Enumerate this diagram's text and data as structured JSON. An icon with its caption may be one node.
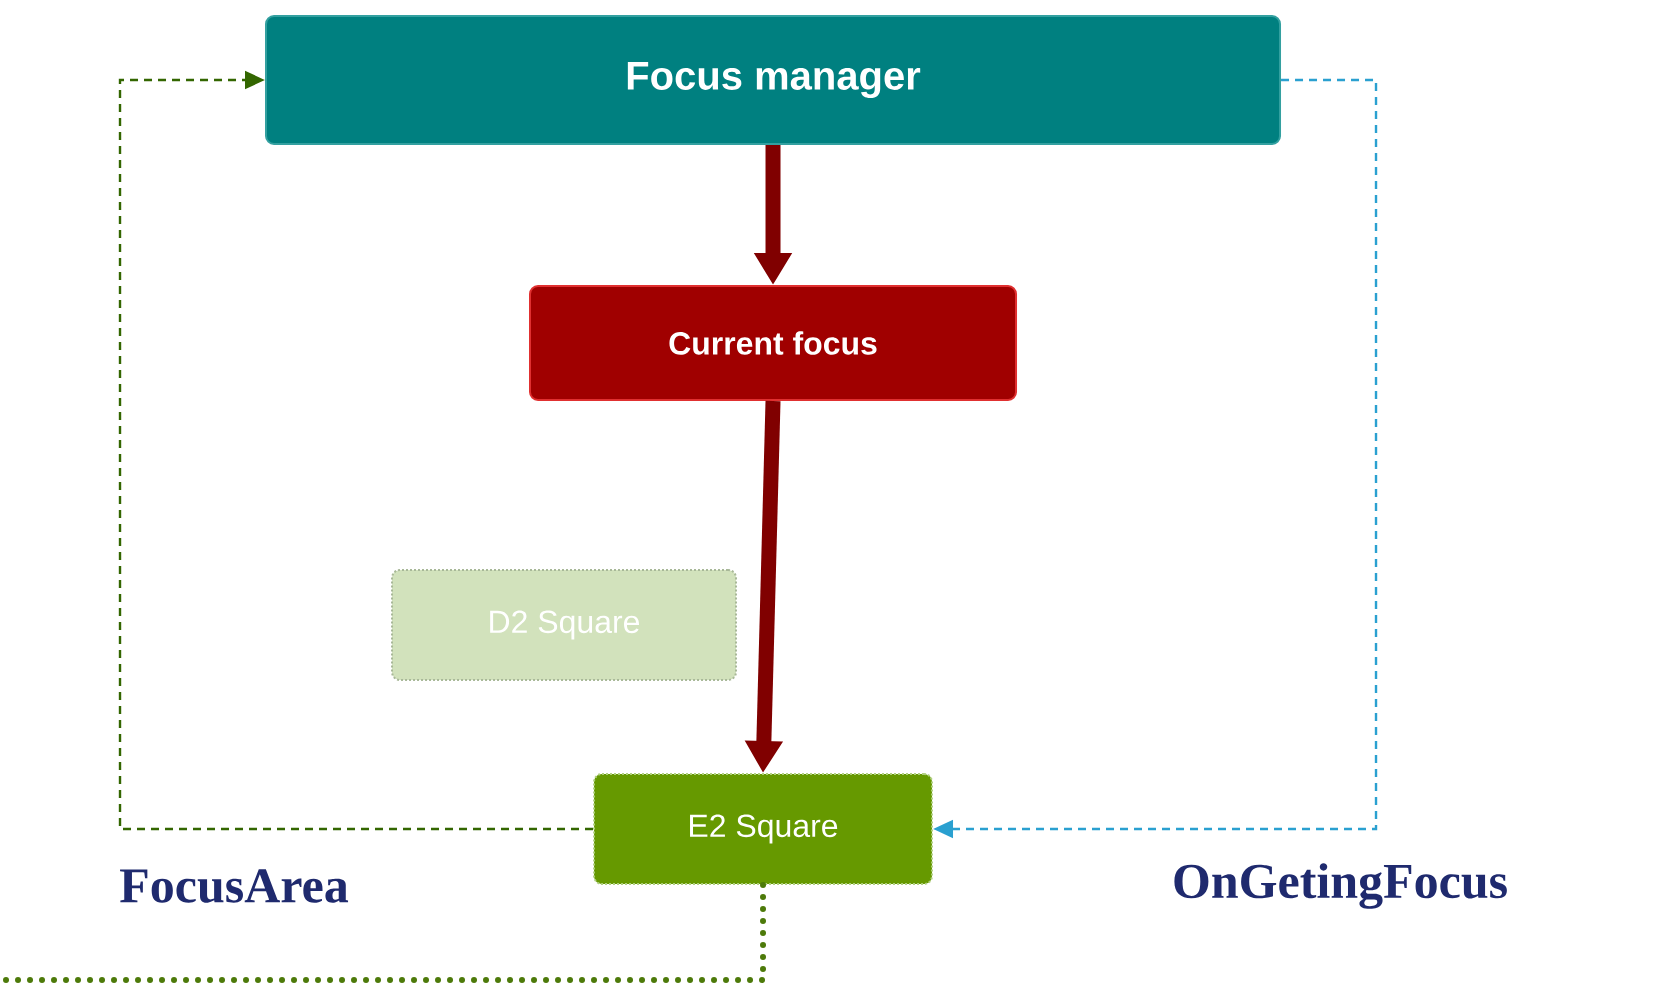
{
  "diagram": {
    "nodes": [
      {
        "text": [
          "Focus manager"
        ]
      },
      {
        "text": [
          "Current focus"
        ]
      },
      {
        "text": [
          "D2 Square"
        ]
      },
      {
        "text": [
          "E2 Square"
        ]
      }
    ],
    "edges": [
      {
        "from": 0,
        "to": 1,
        "arrow": "to",
        "style": "thick",
        "color": "#800000"
      },
      {
        "from": 1,
        "to": 3,
        "arrow": "to",
        "style": "thick",
        "color": "#800000"
      },
      {
        "from": 3,
        "to": 0,
        "arrow": "to",
        "style": "dashed",
        "color": "#336600"
      },
      {
        "from": 0,
        "to": 3,
        "arrow": "to",
        "style": "dashed",
        "color": "#2aa0d0"
      },
      {
        "from": 3,
        "to": null,
        "arrow": "none",
        "style": "dashed",
        "color": "#4d7a0a"
      }
    ],
    "labels": [
      "FocusArea",
      "OnGetingFocus"
    ]
  }
}
